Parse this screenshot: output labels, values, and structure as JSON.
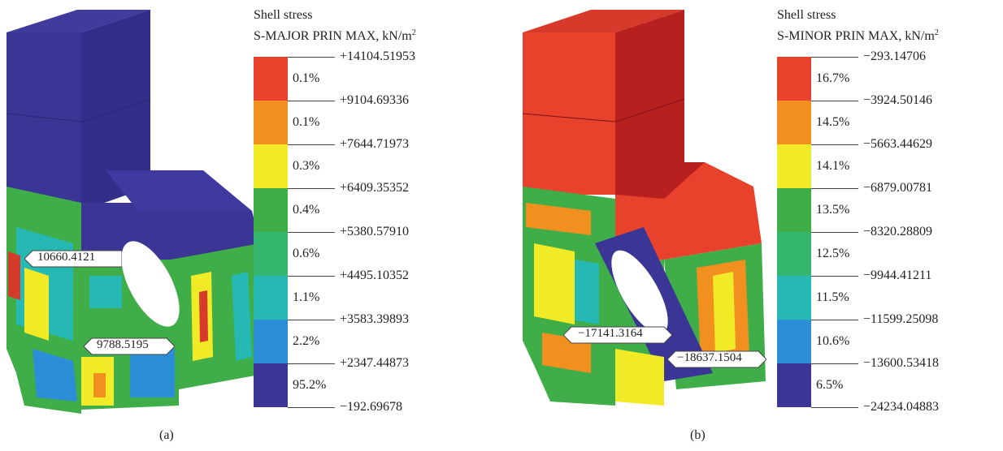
{
  "panels": [
    {
      "title": "Shell stress",
      "quantity": "S-MAJOR PRIN MAX, kN/m",
      "unit_exp": "2",
      "ticks": [
        "+14104.51953",
        "+9104.69336",
        "+7644.71973",
        "+6409.35352",
        "+5380.57910",
        "+4495.10352",
        "+3583.39893",
        "+2347.44873",
        "−192.69678"
      ],
      "percents": [
        "0.1%",
        "0.1%",
        "0.3%",
        "0.4%",
        "0.6%",
        "1.1%",
        "2.2%",
        "95.2%"
      ],
      "callouts": [
        "10660.4121",
        "9788.5195"
      ],
      "caption": "(a)"
    },
    {
      "title": "Shell stress",
      "quantity": "S-MINOR PRIN MAX, kN/m",
      "unit_exp": "2",
      "ticks": [
        "−293.14706",
        "−3924.50146",
        "−5663.44629",
        "−6879.00781",
        "−8320.28809",
        "−9944.41211",
        "−11599.25098",
        "−13600.53418",
        "−24234.04883"
      ],
      "percents": [
        "16.7%",
        "14.5%",
        "14.1%",
        "13.5%",
        "12.5%",
        "11.5%",
        "10.6%",
        "6.5%"
      ],
      "callouts": [
        "−17141.3164",
        "−18637.1504"
      ],
      "caption": "(b)"
    }
  ],
  "band_colors": [
    "#e8412c",
    "#f2901f",
    "#f1ea26",
    "#3fae49",
    "#34b66f",
    "#26b9b4",
    "#2b8ed6",
    "#3b3596"
  ]
}
